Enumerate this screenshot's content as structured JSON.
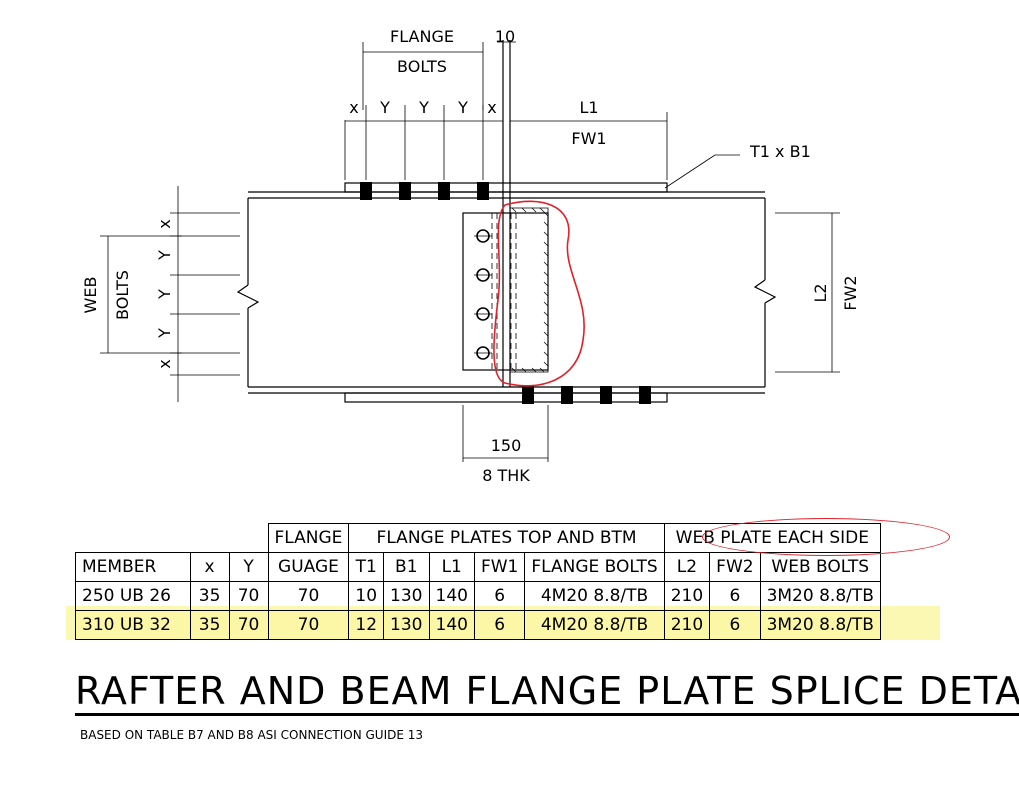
{
  "drawing": {
    "labels": {
      "flange_bolts_line1": "FLANGE",
      "flange_bolts_line2": "BOLTS",
      "gap": "10",
      "x": "x",
      "y": "Y",
      "l1": "L1",
      "fw1": "FW1",
      "plate_callout": "T1 x B1",
      "web_bolts_line1": "WEB",
      "web_bolts_line2": "BOLTS",
      "l2": "L2",
      "fw2": "FW2",
      "web_plate_width": "150",
      "web_plate_thk": "8 THK"
    },
    "colors": {
      "markup_red": "#e0212b",
      "highlight_yellow": "#fbf7a6"
    }
  },
  "table": {
    "group_headers": {
      "flange_guage_1": "FLANGE",
      "flange_plates": "FLANGE PLATES TOP AND BTM",
      "web_plate": "WEB PLATE EACH SIDE"
    },
    "columns": [
      "MEMBER",
      "x",
      "Y",
      "GUAGE",
      "T1",
      "B1",
      "L1",
      "FW1",
      "FLANGE BOLTS",
      "L2",
      "FW2",
      "WEB BOLTS"
    ],
    "rows": [
      [
        "250 UB 26",
        "35",
        "70",
        "70",
        "10",
        "130",
        "140",
        "6",
        "4M20 8.8/TB",
        "210",
        "6",
        "3M20 8.8/TB"
      ],
      [
        "310 UB 32",
        "35",
        "70",
        "70",
        "12",
        "130",
        "140",
        "6",
        "4M20 8.8/TB",
        "210",
        "6",
        "3M20 8.8/TB"
      ]
    ]
  },
  "title": "RAFTER AND BEAM FLANGE PLATE SPLICE DETAIL",
  "note": "BASED ON TABLE B7 AND B8 ASI CONNECTION GUIDE 13"
}
